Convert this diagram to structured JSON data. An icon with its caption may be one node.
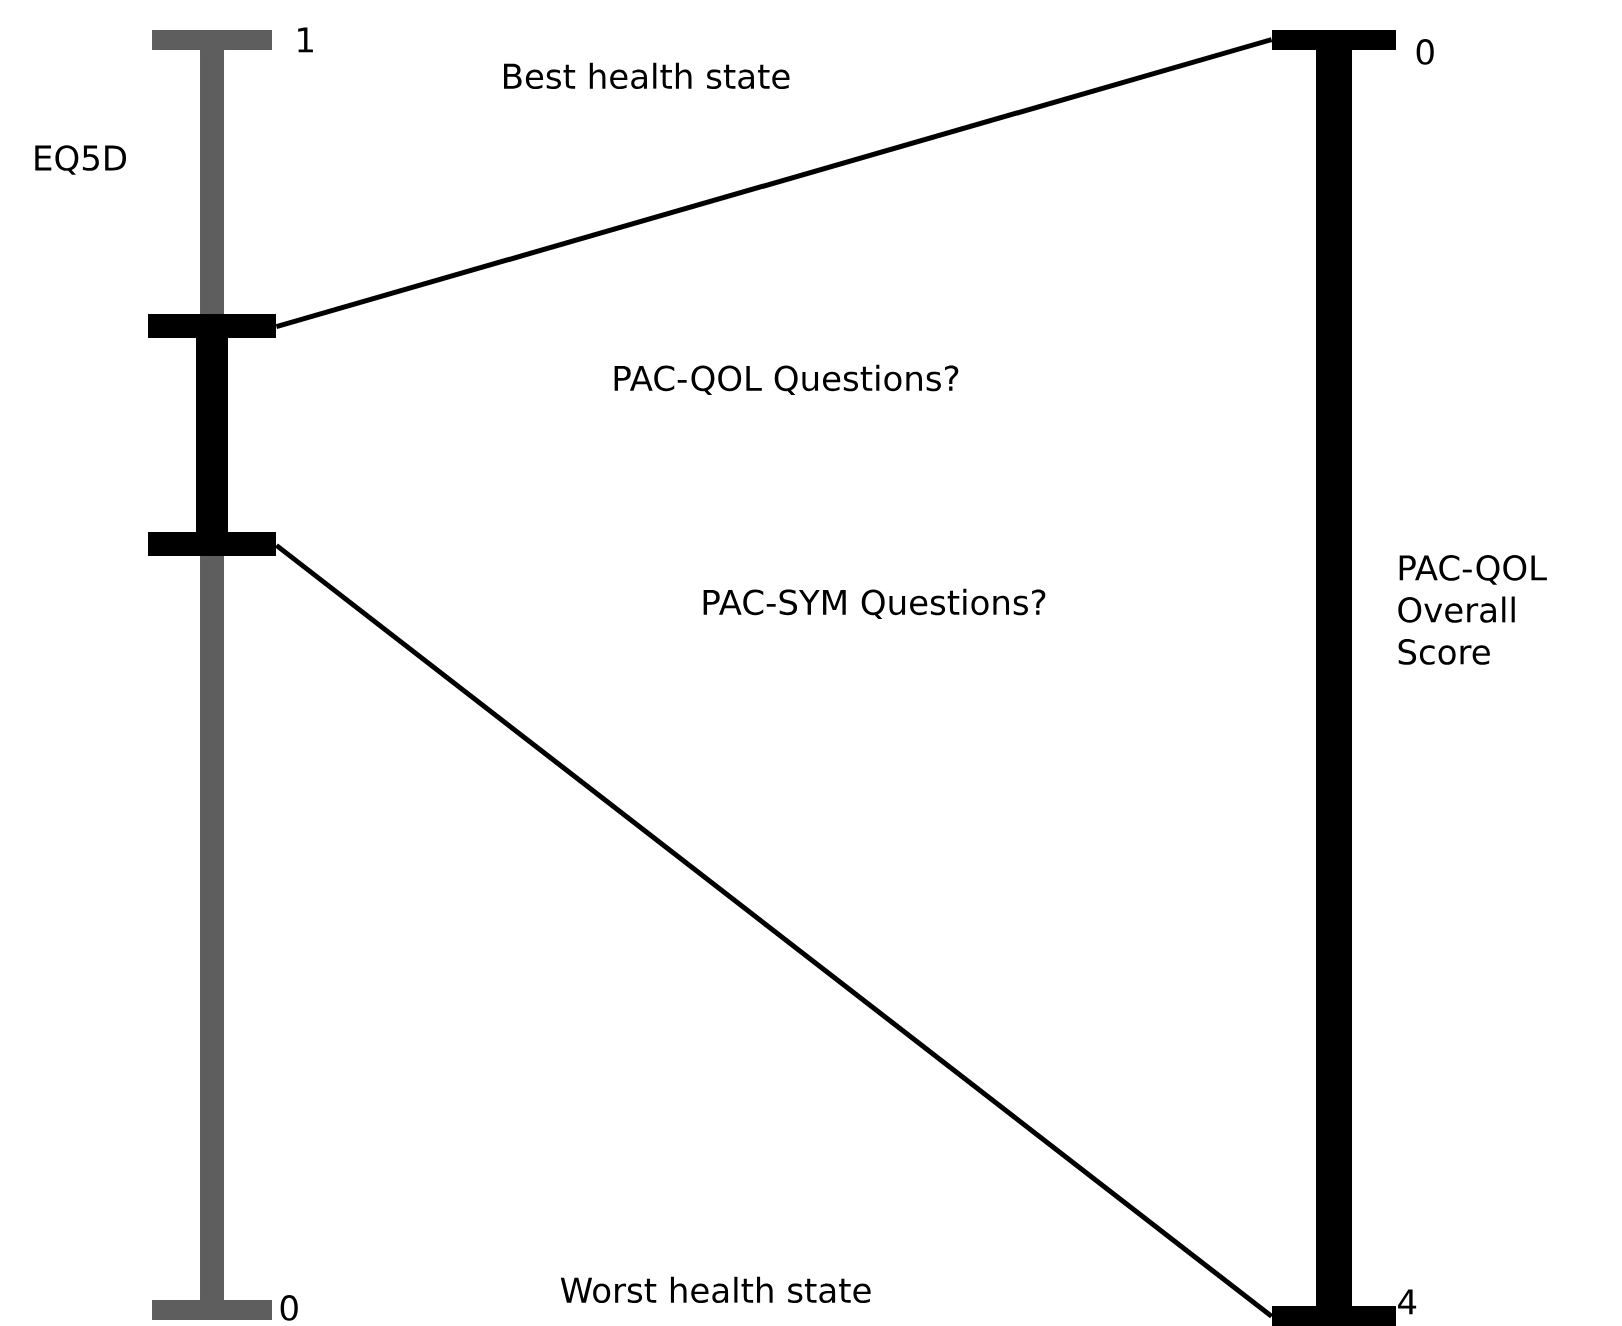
{
  "diagram": {
    "nodes": [
      {
        "text": [],
        "shape": "bar"
      },
      {
        "text": [],
        "shape": "bar",
        "in": 0
      },
      {
        "text": [],
        "shape": "bar"
      }
    ],
    "edges": [
      {
        "from": 1,
        "to": 2,
        "arrow": "none"
      },
      {
        "from": 1,
        "to": 2,
        "arrow": "none"
      }
    ],
    "labels": [
      "1",
      "EQ5D",
      "Best health state",
      "0",
      "PAC-QOL Questions?",
      "PAC-QOL Overall Score",
      "PAC-SYM Questions?",
      "0",
      "Worst health state",
      "4"
    ]
  }
}
